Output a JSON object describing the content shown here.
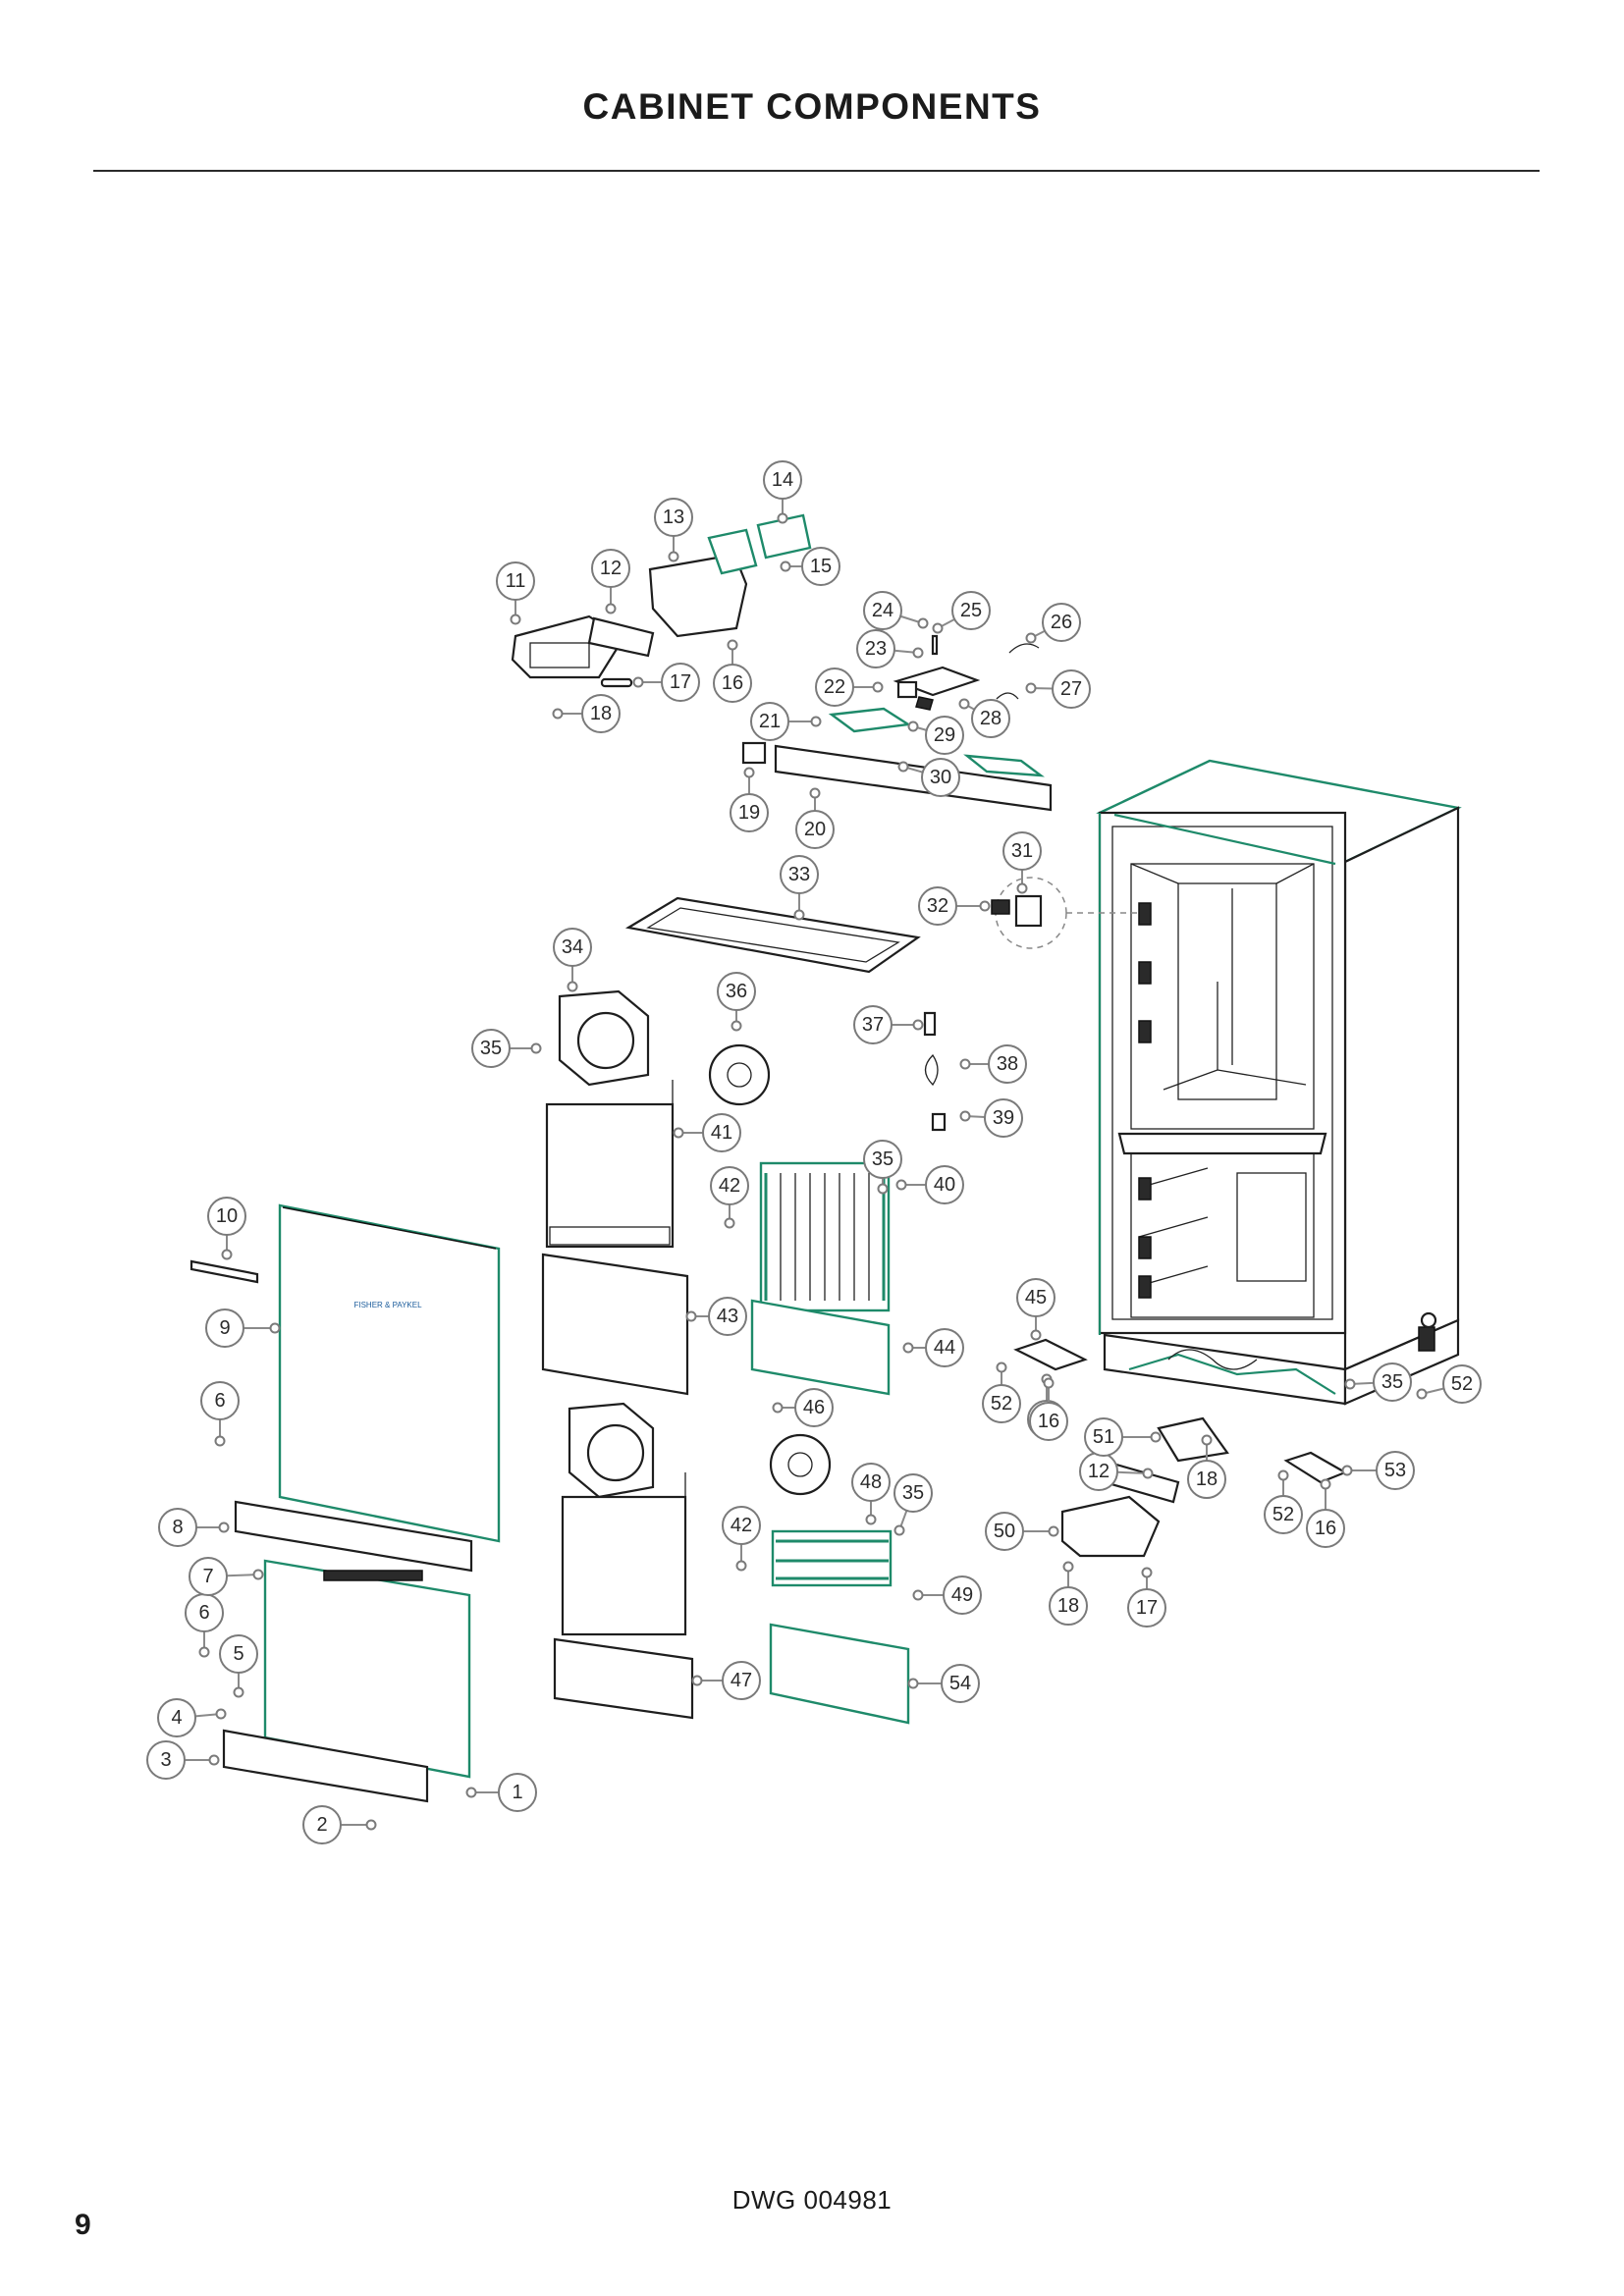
{
  "title": "CABINET COMPONENTS",
  "drawing_number": "DWG 004981",
  "page_number": "9",
  "colors": {
    "outline": "#1e1e1e",
    "accent_green": "#1e8a6a",
    "callout_border": "#7a7a7a"
  },
  "callouts": [
    "1",
    "2",
    "3",
    "4",
    "5",
    "6",
    "6",
    "7",
    "8",
    "9",
    "10",
    "11",
    "12",
    "12",
    "13",
    "14",
    "15",
    "16",
    "16",
    "16",
    "16",
    "17",
    "17",
    "18",
    "18",
    "18",
    "19",
    "20",
    "21",
    "22",
    "23",
    "24",
    "25",
    "26",
    "27",
    "28",
    "29",
    "30",
    "31",
    "32",
    "33",
    "34",
    "35",
    "35",
    "35",
    "35",
    "36",
    "37",
    "38",
    "39",
    "40",
    "41",
    "42",
    "42",
    "43",
    "44",
    "45",
    "46",
    "47",
    "48",
    "49",
    "50",
    "51",
    "52",
    "52",
    "52",
    "53",
    "54"
  ]
}
